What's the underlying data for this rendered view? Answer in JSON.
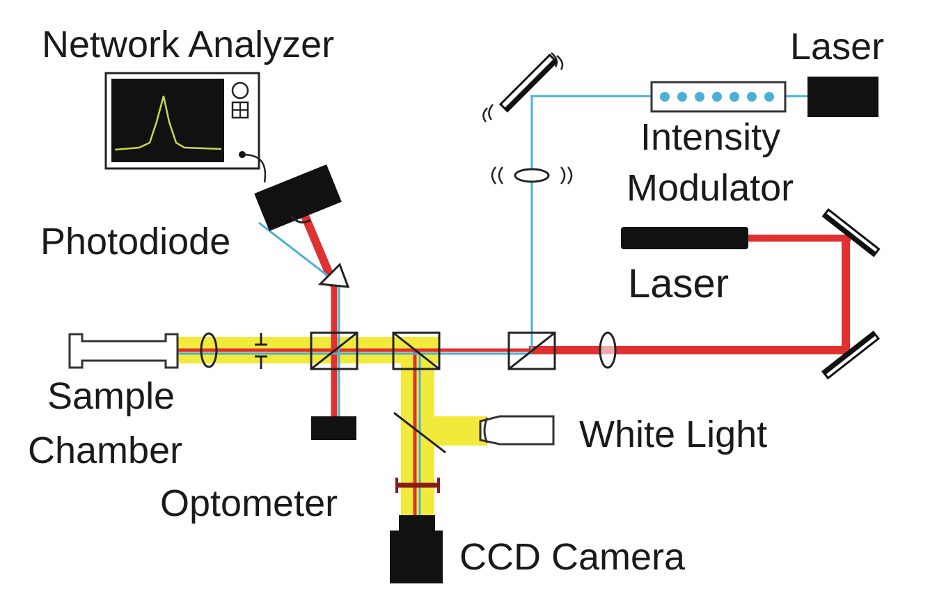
{
  "labels": {
    "network_analyzer": "Network Analyzer",
    "laser_top": "Laser",
    "intensity_modulator_line1": "Intensity",
    "intensity_modulator_line2": "Modulator",
    "photodiode": "Photodiode",
    "laser_middle": "Laser",
    "sample_chamber_line1": "Sample",
    "sample_chamber_line2": "Chamber",
    "white_light": "White Light",
    "optometer": "Optometer",
    "ccd_camera": "CCD Camera"
  },
  "colors": {
    "red_beam": "#e03030",
    "blue_beam": "#4ab0d8",
    "yellow_beam": "#f2ea3a",
    "device_fill": "#111111",
    "screen_trace": "#c9d84a"
  }
}
